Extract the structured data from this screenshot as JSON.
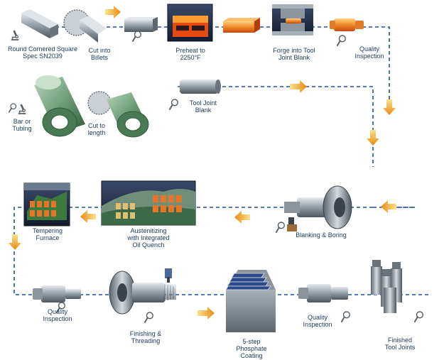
{
  "labels": {
    "round_cornered_square": "Round Cornered Square\nSpec SN2039",
    "cut_into_billets": "Cut into\nBillets",
    "preheat": "Preheat to\n2250°F",
    "forge": "Forge into Tool\nJoint Blank",
    "quality_inspection_top": "Quality\nInspection",
    "tool_joint_blank": "Tool Joint\nBlank",
    "bar_or_tubing": "Bar or\nTubing",
    "cut_to_length": "Cut to\nlength",
    "tempering_furnace": "Tempering\nFurnace",
    "austenitizing": "Austenitizing\nwith Integrated\nOil Quench",
    "blanking_boring": "Blanking & Boring",
    "quality_inspection_left": "Quality\nInspection",
    "finishing_threading": "Finishing &\nThreading",
    "phosphate": "5-step\nPhosphate\nCoating",
    "quality_inspection_right": "Quality\nInspection",
    "finished": "Finished\nTool Joints"
  },
  "icons": {
    "inspection": "magnifier-icon",
    "microscope": "microscope-icon",
    "flow_arrow": "orange-arrow-icon"
  },
  "colors": {
    "flow_line": "#1f4fa0",
    "arrow": "#f2a21a",
    "label": "#1c3a5e",
    "steel": "#9aa4ad",
    "tube": "#6f9f78",
    "hot": "#e8742a"
  }
}
